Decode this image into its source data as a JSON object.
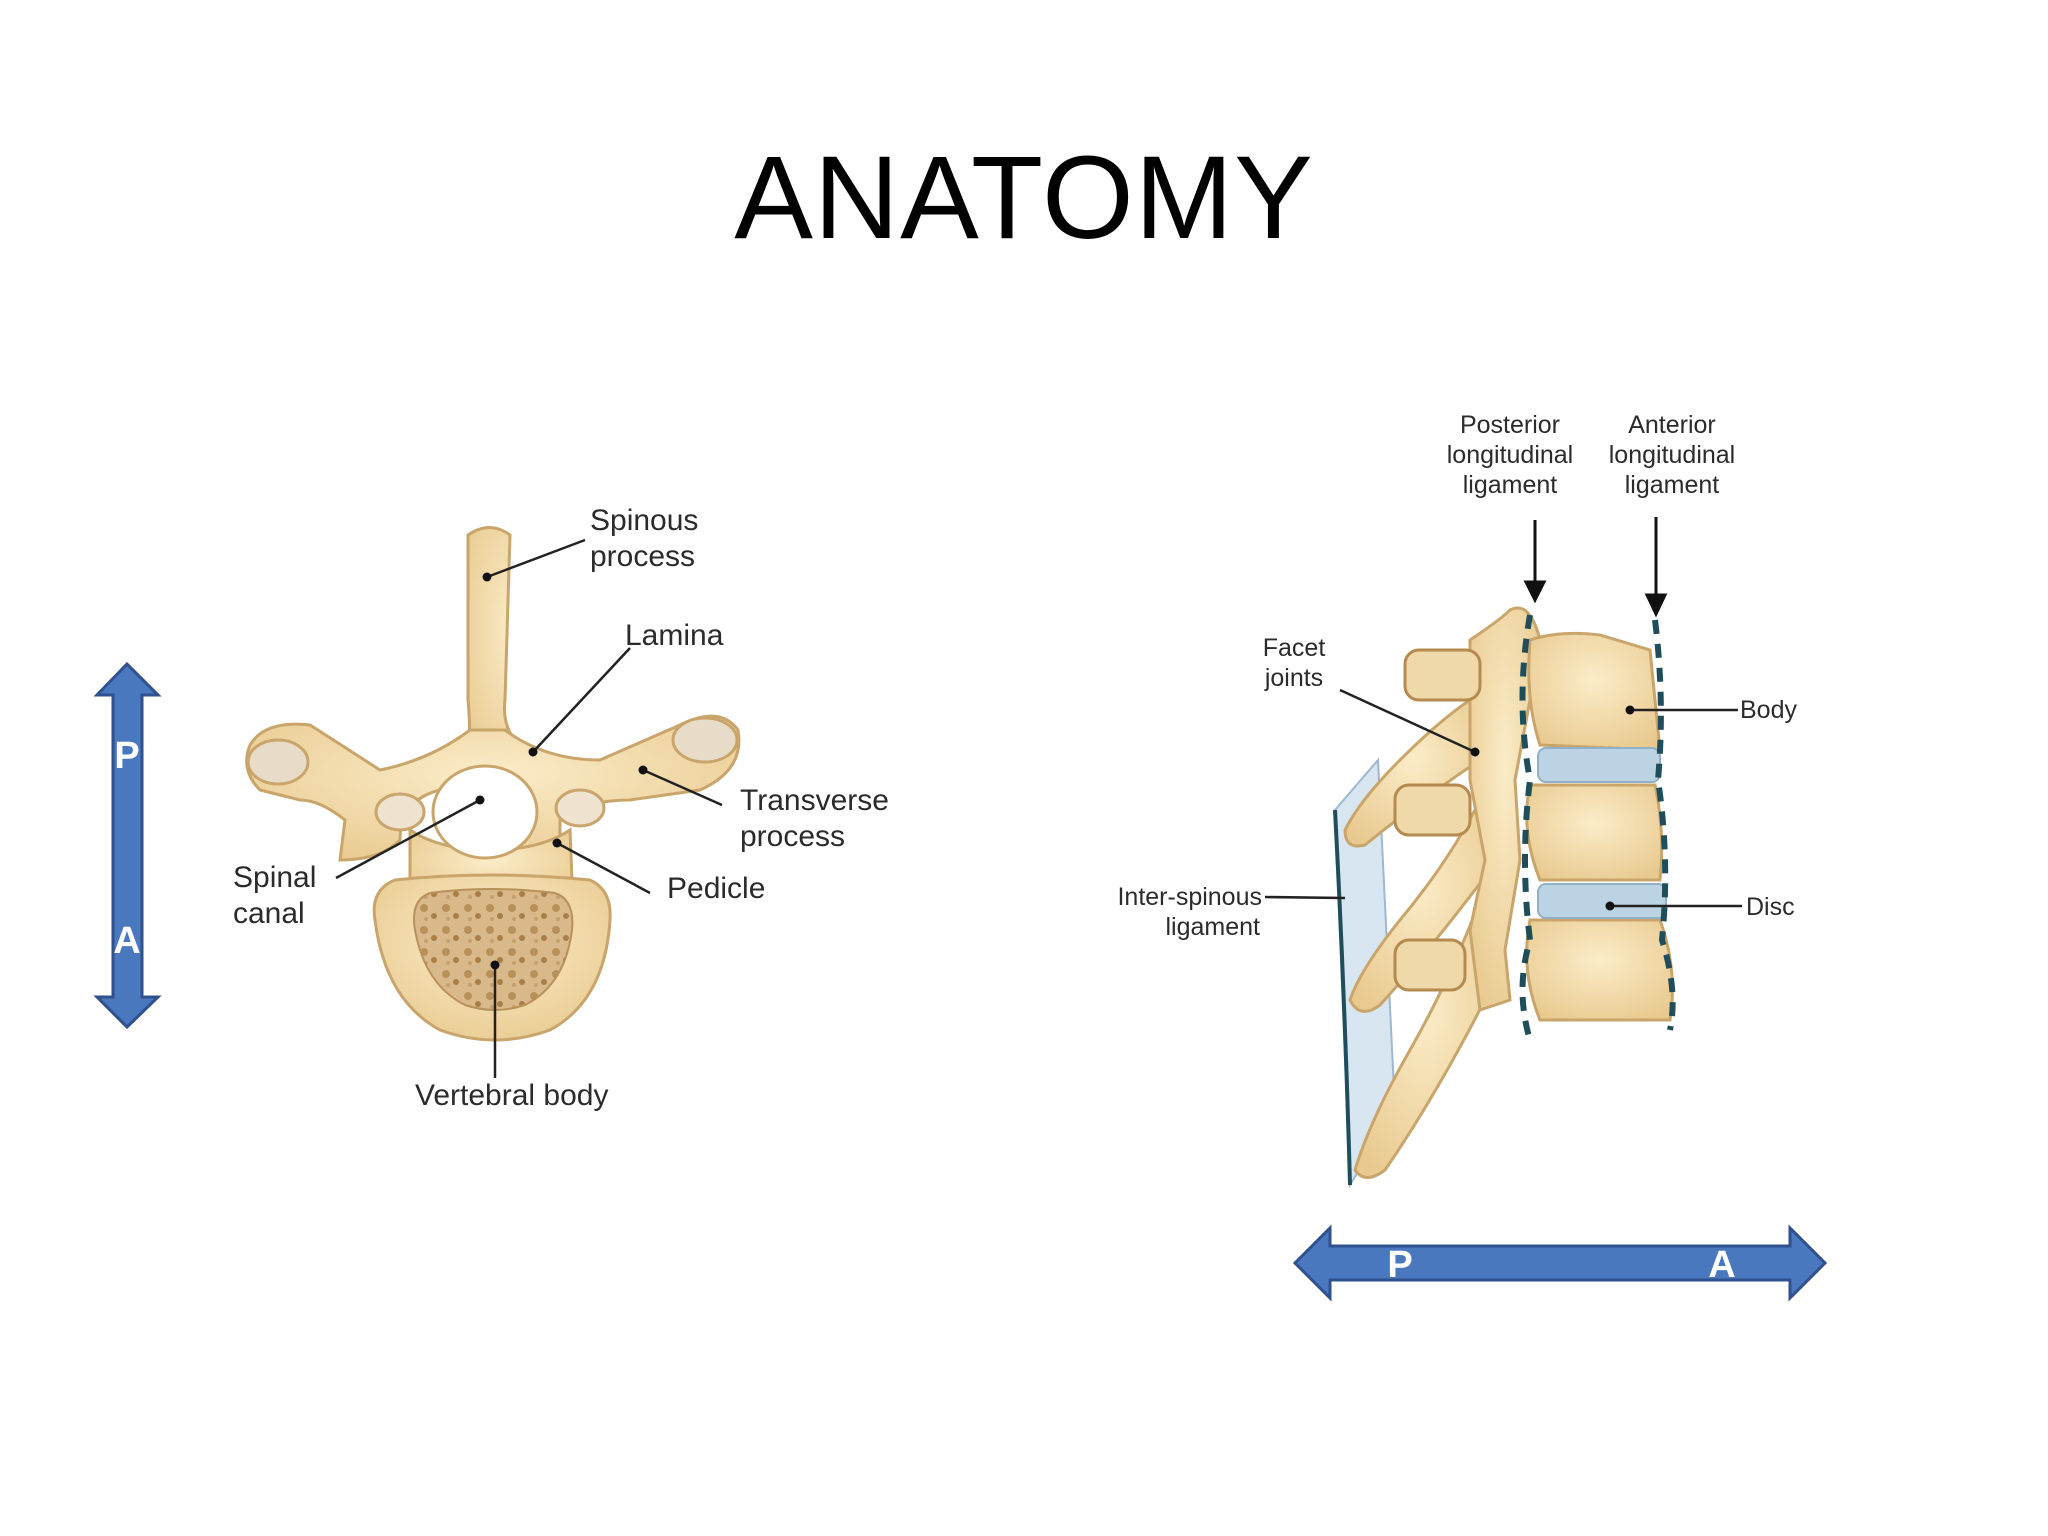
{
  "title": "ANATOMY",
  "left_figure": {
    "labels": {
      "spinous_1": "Spinous",
      "spinous_2": "process",
      "lamina": "Lamina",
      "transverse_1": "Transverse",
      "transverse_2": "process",
      "spinal_1": "Spinal",
      "spinal_2": "canal",
      "pedicle": "Pedicle",
      "vertebral_body": "Vertebral body"
    },
    "orientation_arrow": {
      "top": "P",
      "bottom": "A"
    }
  },
  "right_figure": {
    "labels": {
      "plig_1": "Posterior",
      "plig_2": "longitudinal",
      "plig_3": "ligament",
      "alig_1": "Anterior",
      "alig_2": "longitudinal",
      "alig_3": "ligament",
      "facet_1": "Facet",
      "facet_2": "joints",
      "body": "Body",
      "disc": "Disc",
      "inter_1": "Inter-spinous",
      "inter_2": "ligament"
    },
    "orientation_arrow": {
      "left": "P",
      "right": "A"
    }
  },
  "colors": {
    "bone": "#f2d9a6",
    "bone_outline": "#c9a56b",
    "arrow_fill": "#4a78bf",
    "arrow_stroke": "#2f528f",
    "disc": "#bcd3e3",
    "ligament_dash": "#1f4e5a"
  }
}
